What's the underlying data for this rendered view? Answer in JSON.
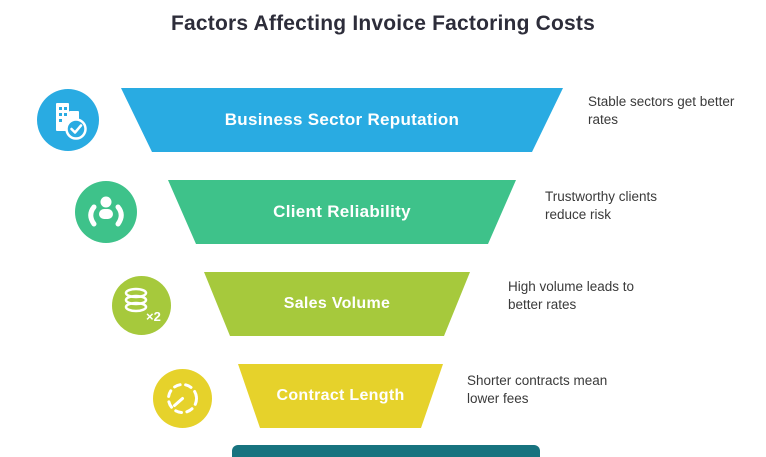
{
  "title": "Factors Affecting Invoice Factoring Costs",
  "funnel": {
    "levels": [
      {
        "label": "Business Sector Reputation",
        "annotation": "Stable sectors get better rates",
        "color": "#29abe2",
        "icon": "building-check-icon"
      },
      {
        "label": "Client Reliability",
        "annotation": "Trustworthy clients reduce risk",
        "color": "#3ec28a",
        "icon": "client-hands-icon"
      },
      {
        "label": "Sales Volume",
        "annotation": "High volume leads to better rates",
        "color": "#a6c93c",
        "icon": "coins-x2-icon"
      },
      {
        "label": "Contract Length",
        "annotation": "Shorter contracts mean lower fees",
        "color": "#e6d22b",
        "icon": "dashed-timer-icon"
      }
    ],
    "bottom_bar_color": "#17737f"
  },
  "icons": {
    "coins_multiplier": "×2"
  }
}
